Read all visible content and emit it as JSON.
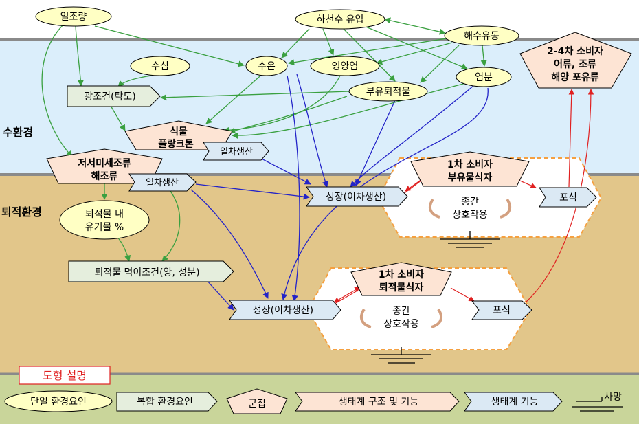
{
  "zones": {
    "water": "수환경",
    "sediment": "퇴적환경"
  },
  "factors": {
    "sunlight": "일조량",
    "river_inflow": "하천수 유입",
    "current": "해수유동",
    "depth": "수심",
    "water_temp": "수온",
    "nutrients": "영양염",
    "salinity": "염분",
    "suspended": "부유퇴적물",
    "sediment_organic_line1": "퇴적물 내",
    "sediment_organic_line2": "유기물 %"
  },
  "complex": {
    "light": "광조건(탁도)",
    "feeding": "퇴적물 먹이조건(양, 성분)"
  },
  "groups": {
    "phytoplankton_line1": "식물",
    "phytoplankton_line2": "플랑크톤",
    "benthic_algae_line1": "저서미세조류",
    "benthic_algae_line2": "해조류",
    "consumers_line1": "2-4차 소비자",
    "consumers_line2": "어류, 조류",
    "consumers_line3": "해양 포유류",
    "suspension_feeder_line1": "1차 소비자",
    "suspension_feeder_line2": "부유물식자",
    "deposit_feeder_line1": "1차 소비자",
    "deposit_feeder_line2": "퇴적물식자"
  },
  "functions": {
    "primary_prod_1": "일차생산",
    "primary_prod_2": "일차생산",
    "growth_1": "성장(이차생산)",
    "growth_2": "성장(이차생산)",
    "predation_1": "포식",
    "predation_2": "포식"
  },
  "interactions": {
    "upper_line1": "종간",
    "upper_line2": "상호작용",
    "lower_line1": "종간",
    "lower_line2": "상호작용"
  },
  "legend": {
    "title": "도형 설명",
    "single_factor": "단일 환경요인",
    "complex_factor": "복합 환경요인",
    "community": "군집",
    "structure": "생태계 구조 및 기능",
    "function": "생태계 기능",
    "mortality": "사망"
  },
  "colors": {
    "water_bg": "#dbeefb",
    "sediment_bg": "#e2c68a",
    "legend_bg": "#c9d59a",
    "factor_fill": "#ffffc4",
    "complex_fill": "#e5eedd",
    "group_fill": "#fde4d4",
    "function_fill": "#dbe9f4",
    "green_arrow": "#3aa040",
    "blue_arrow": "#2323c8",
    "red_arrow": "#e02020",
    "hex_border": "#f5a040"
  }
}
